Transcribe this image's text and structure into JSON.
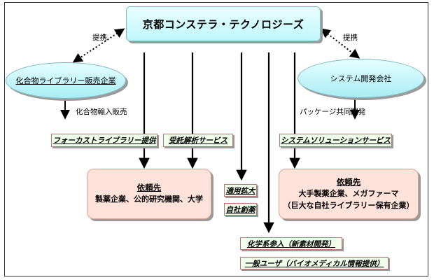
{
  "title": "京都コンステラ・テクノロジーズ",
  "partner_left": "化合物ライブラリー販売企業",
  "partner_right": "システム開発会社",
  "tie_label_left": "提携",
  "tie_label_right": "提携",
  "flow_left": "化合物輸入販売",
  "flow_right": "パッケージ共同開発",
  "services": {
    "focus_library": "フォーカストライブラリー提供",
    "contract_analysis": "受託解析サービス",
    "system_solution": "システムソリューションサービス"
  },
  "client_left": {
    "heading": "依頼先",
    "body": "製薬企業、公的研究機関、大学"
  },
  "client_right": {
    "heading": "依頼先",
    "line1": "大手製薬企業、メガファーマ",
    "line2": "（巨大な自社ライブラリー保有企業）"
  },
  "expansion": {
    "apply": "適用拡大",
    "own_drug": "自社創薬"
  },
  "future": {
    "chem": "化学系参入（新素材開発）",
    "general": "一般ユーザ（バイオメディカル情報提供）"
  }
}
